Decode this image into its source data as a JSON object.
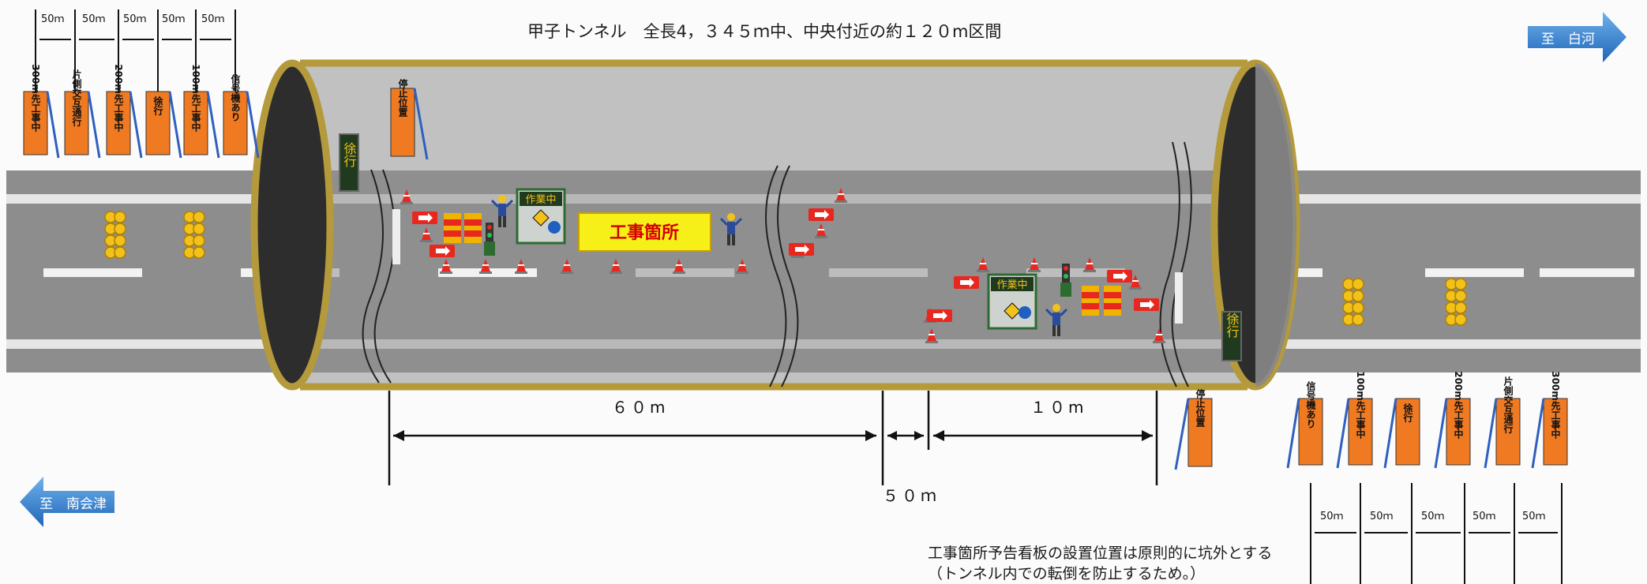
{
  "title": "甲子トンネル　全長4，３４５ｍ中、中央付近の約１２０m区間",
  "direction_right": "至　白河",
  "direction_left": "至　南会津",
  "construction_board": "工事箇所",
  "work_in_progress": "作業中",
  "slow_sign": "徐行",
  "dimension_60": "６０m",
  "dimension_10": "１０m",
  "dimension_50": "５０ｍ",
  "left_spacing_labels": [
    "50ｍ",
    "50ｍ",
    "50ｍ",
    "50ｍ",
    "50ｍ"
  ],
  "right_spacing_labels": [
    "50ｍ",
    "50ｍ",
    "50ｍ",
    "50ｍ",
    "50ｍ"
  ],
  "left_signs": [
    "300m先工事中",
    "片側交互通行",
    "200m先工事中",
    "徐行",
    "100m先工事中",
    "信号機あり"
  ],
  "right_signs": [
    "信号機あり",
    "100m先工事中",
    "徐行",
    "200m先工事中",
    "片側交互通行",
    "300m先工事中"
  ],
  "stop_position": "停止位置",
  "note_line1": "工事箇所予告看板の設置位置は原則的に坑外とする",
  "note_line2": "（トンネル内での転倒を防止するため。）",
  "colors": {
    "road": "#8d8d8d",
    "tunnel_rim": "#b59a3c",
    "sign_orange": "#f07a22",
    "arrow_blue": "#2f7fd0",
    "board_yellow": "#f6ef18"
  }
}
